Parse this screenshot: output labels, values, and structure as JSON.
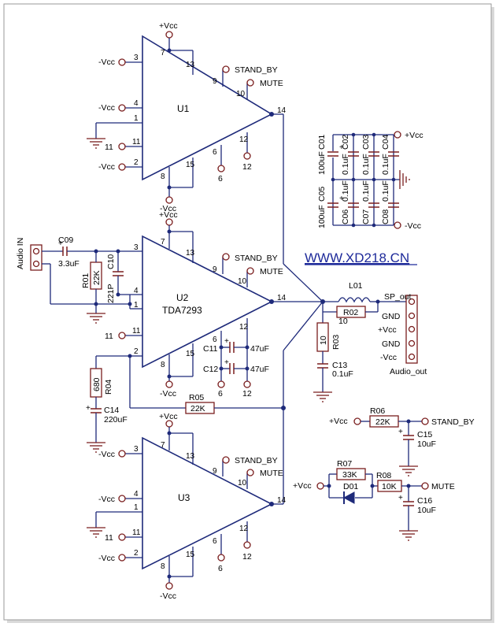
{
  "website": "WWW.XD218.CN",
  "amplifiers": [
    {
      "ref": "U1",
      "part": ""
    },
    {
      "ref": "U2",
      "part": "TDA7293"
    },
    {
      "ref": "U3",
      "part": ""
    }
  ],
  "pins": {
    "p1": "1",
    "p2": "2",
    "p3": "3",
    "p4": "4",
    "p6": "6",
    "p7": "7",
    "p8": "8",
    "p9": "9",
    "p10": "10",
    "p11": "11",
    "p12": "12",
    "p13": "13",
    "p14": "14",
    "p15": "15"
  },
  "nets": {
    "vcc_pos": "+Vcc",
    "vcc_neg": "-Vcc",
    "stand_by": "STAND_BY",
    "mute": "MUTE",
    "gnd": "GND",
    "n11": "11",
    "n6": "6",
    "n12": "12"
  },
  "connectors": {
    "audio_in": "Audio IN",
    "sp_out": "SP_out",
    "audio_out": "Audio_out"
  },
  "components": {
    "C09": {
      "ref": "C09",
      "value": "3.3uF"
    },
    "R01": {
      "ref": "R01",
      "value": "22K"
    },
    "C10": {
      "ref": "C10",
      "value": "221P"
    },
    "C11": {
      "ref": "C11",
      "value": "47uF"
    },
    "C12": {
      "ref": "C12",
      "value": "47uF"
    },
    "R04": {
      "ref": "R04",
      "value": "680"
    },
    "C14": {
      "ref": "C14",
      "value": "220uF"
    },
    "R05": {
      "ref": "R05",
      "value": "22K"
    },
    "L01": {
      "ref": "L01",
      "value": ""
    },
    "R02": {
      "ref": "R02",
      "value": "10"
    },
    "R03": {
      "ref": "R03",
      "value": "10"
    },
    "C13": {
      "ref": "C13",
      "value": "0.1uF"
    },
    "R06": {
      "ref": "R06",
      "value": "22K"
    },
    "C15": {
      "ref": "C15",
      "value": "10uF"
    },
    "R07": {
      "ref": "R07",
      "value": "33K"
    },
    "R08": {
      "ref": "R08",
      "value": "10K"
    },
    "D01": {
      "ref": "D01",
      "value": ""
    },
    "C16": {
      "ref": "C16",
      "value": "10uF"
    },
    "C01": {
      "ref": "C01",
      "value": "100uF"
    },
    "C05": {
      "ref": "C05",
      "value": "100uF"
    },
    "C02": {
      "ref": "C02",
      "value": "0.1uF"
    },
    "C03": {
      "ref": "C03",
      "value": "0.1uF"
    },
    "C04": {
      "ref": "C04",
      "value": "0.1uF"
    },
    "C06": {
      "ref": "C06",
      "value": "0.1uF"
    },
    "C07": {
      "ref": "C07",
      "value": "0.1uF"
    },
    "C08": {
      "ref": "C08",
      "value": "0.1uF"
    }
  }
}
